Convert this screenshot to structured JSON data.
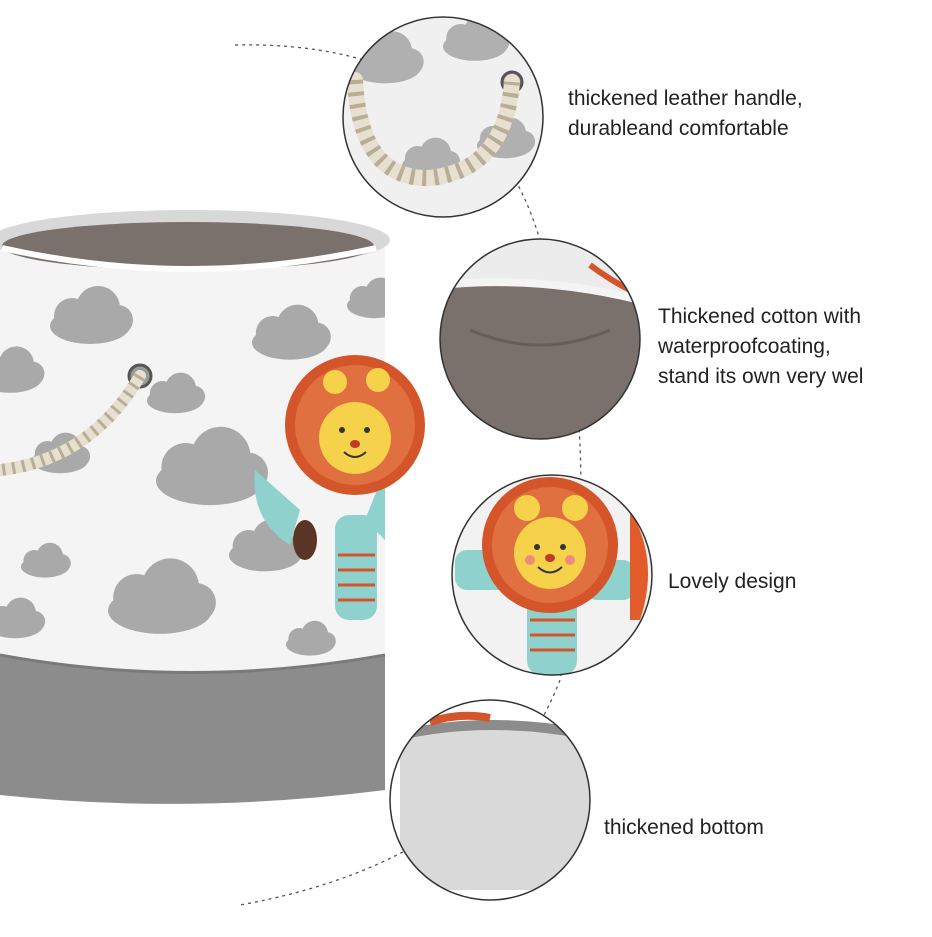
{
  "callouts": [
    {
      "text": "thickened leather handle,\ndurableand comfortable"
    },
    {
      "text": "Thickened cotton with\nwaterproofcoating,\nstand its own very wel"
    },
    {
      "text": "Lovely design"
    },
    {
      "text": "thickened bottom"
    }
  ],
  "colors": {
    "background": "#ffffff",
    "cloud": "#a9a9a9",
    "canvas_white": "#f4f4f4",
    "base_gray": "#8c8c8c",
    "lining": "#7a706c",
    "lion_mane": "#d4552a",
    "lion_face": "#f5d24a",
    "cactus": "#8fd1cc",
    "rope": "#e7dfcf"
  },
  "icons": [
    "rope-handle-icon",
    "lion-applique-icon",
    "cloud-pattern-icon"
  ]
}
